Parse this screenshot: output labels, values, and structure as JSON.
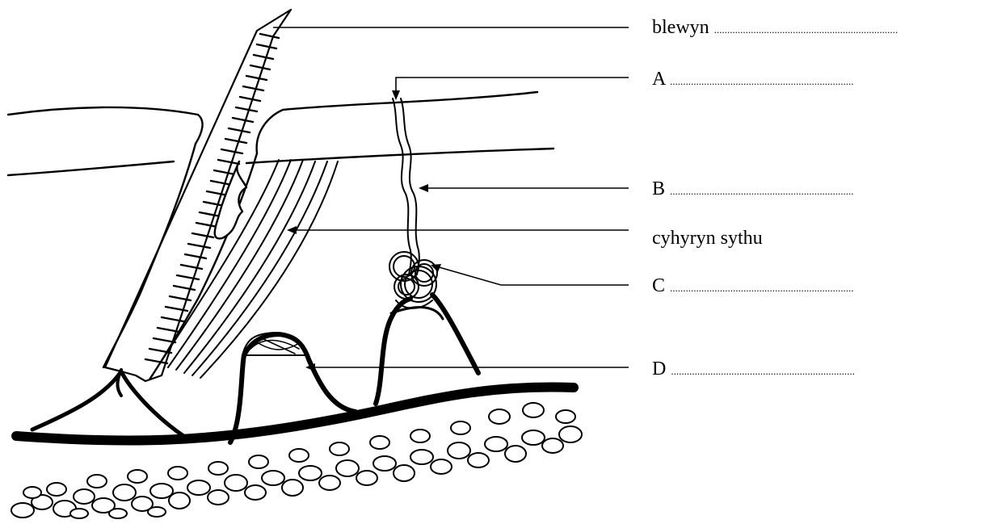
{
  "labels": {
    "hair": "blewyn",
    "a": "A",
    "b": "B",
    "erector": "cyhyryn sythu",
    "c": "C",
    "d": "D"
  },
  "answer_line": "......................................................................"
}
